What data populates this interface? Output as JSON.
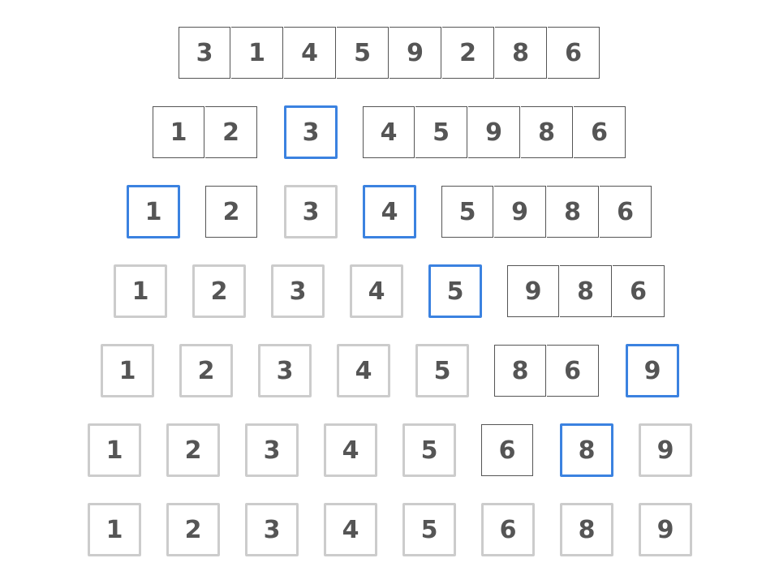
{
  "colors": {
    "pivot": "#3b82e0",
    "sorted": "#cccccc",
    "unsorted": "#555555",
    "text": "#555555"
  },
  "rows": [
    [
      {
        "group": [
          "3",
          "1",
          "4",
          "5",
          "9",
          "2",
          "8",
          "6"
        ]
      }
    ],
    [
      {
        "group": [
          "1",
          "2"
        ]
      },
      {
        "pivot": "3"
      },
      {
        "group": [
          "4",
          "5",
          "9",
          "8",
          "6"
        ]
      }
    ],
    [
      {
        "pivot": "1"
      },
      {
        "group": [
          "2"
        ]
      },
      {
        "done": "3"
      },
      {
        "pivot": "4"
      },
      {
        "group": [
          "5",
          "9",
          "8",
          "6"
        ]
      }
    ],
    [
      {
        "done": "1"
      },
      {
        "done": "2"
      },
      {
        "done": "3"
      },
      {
        "done": "4"
      },
      {
        "pivot": "5"
      },
      {
        "group": [
          "9",
          "8",
          "6"
        ]
      }
    ],
    [
      {
        "done": "1"
      },
      {
        "done": "2"
      },
      {
        "done": "3"
      },
      {
        "done": "4"
      },
      {
        "done": "5"
      },
      {
        "group": [
          "8",
          "6"
        ]
      },
      {
        "pivot": "9"
      }
    ],
    [
      {
        "done": "1"
      },
      {
        "done": "2"
      },
      {
        "done": "3"
      },
      {
        "done": "4"
      },
      {
        "done": "5"
      },
      {
        "group": [
          "6"
        ]
      },
      {
        "pivot": "8"
      },
      {
        "done": "9"
      }
    ],
    [
      {
        "done": "1"
      },
      {
        "done": "2"
      },
      {
        "done": "3"
      },
      {
        "done": "4"
      },
      {
        "done": "5"
      },
      {
        "done": "6"
      },
      {
        "done": "8"
      },
      {
        "done": "9"
      }
    ]
  ]
}
